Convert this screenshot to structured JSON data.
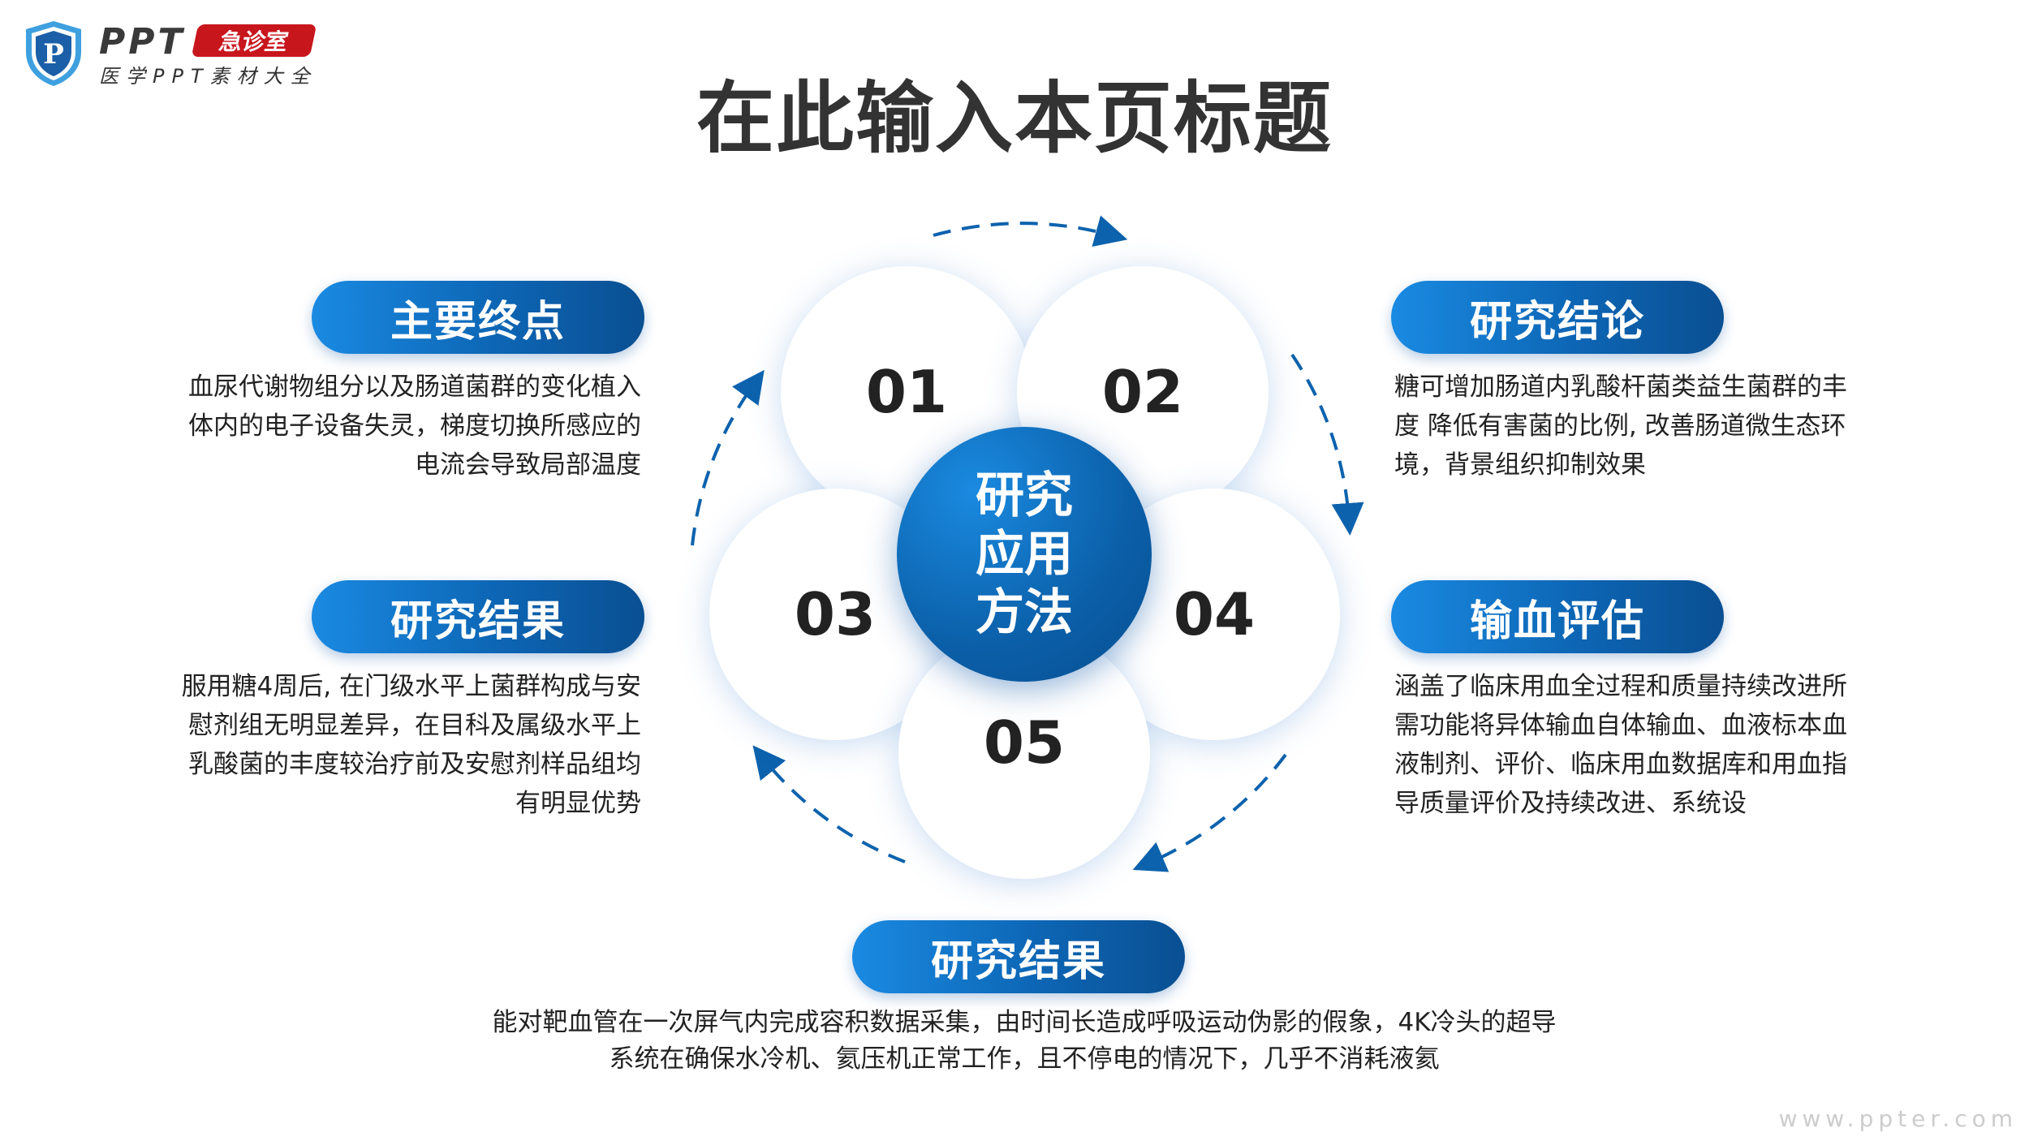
{
  "logo": {
    "brand": "PPT",
    "badge": "急诊室",
    "subtitle": "医学PPT素材大全",
    "shield_letter": "P"
  },
  "title": "在此输入本页标题",
  "center": {
    "label": "研究\n应用\n方法"
  },
  "petals": [
    "01",
    "02",
    "03",
    "04",
    "05"
  ],
  "sections": [
    {
      "heading": "主要终点",
      "text": "血尿代谢物组分以及肠道菌群的变化植入体内的电子设备失灵，梯度切换所感应的电流会导致局部温度"
    },
    {
      "heading": "研究结论",
      "text": "糖可增加肠道内乳酸杆菌类益生菌群的丰度  降低有害菌的比例, 改善肠道微生态环境，背景组织抑制效果"
    },
    {
      "heading": "研究结果",
      "text": "服用糖4周后, 在门级水平上菌群构成与安慰剂组无明显差异，在目科及属级水平上乳酸菌的丰度较治疗前及安慰剂样品组均有明显优势"
    },
    {
      "heading": "输血评估",
      "text": "涵盖了临床用血全过程和质量持续改进所需功能将异体输血自体输血、血液标本血液制剂、评价、临床用血数据库和用血指导质量评价及持续改进、系统设"
    },
    {
      "heading": "研究结果",
      "text": "能对靶血管在一次屏气内完成容积数据采集，由时间长造成呼吸运动伪影的假象，4K冷头的超导系统在确保水冷机、氦压机正常工作，且不停电的情况下，几乎不消耗液氦"
    }
  ],
  "watermark": "www.ppter.com",
  "colors": {
    "primary": "#0d66b5",
    "accent_red": "#c8161d",
    "text": "#222222"
  }
}
